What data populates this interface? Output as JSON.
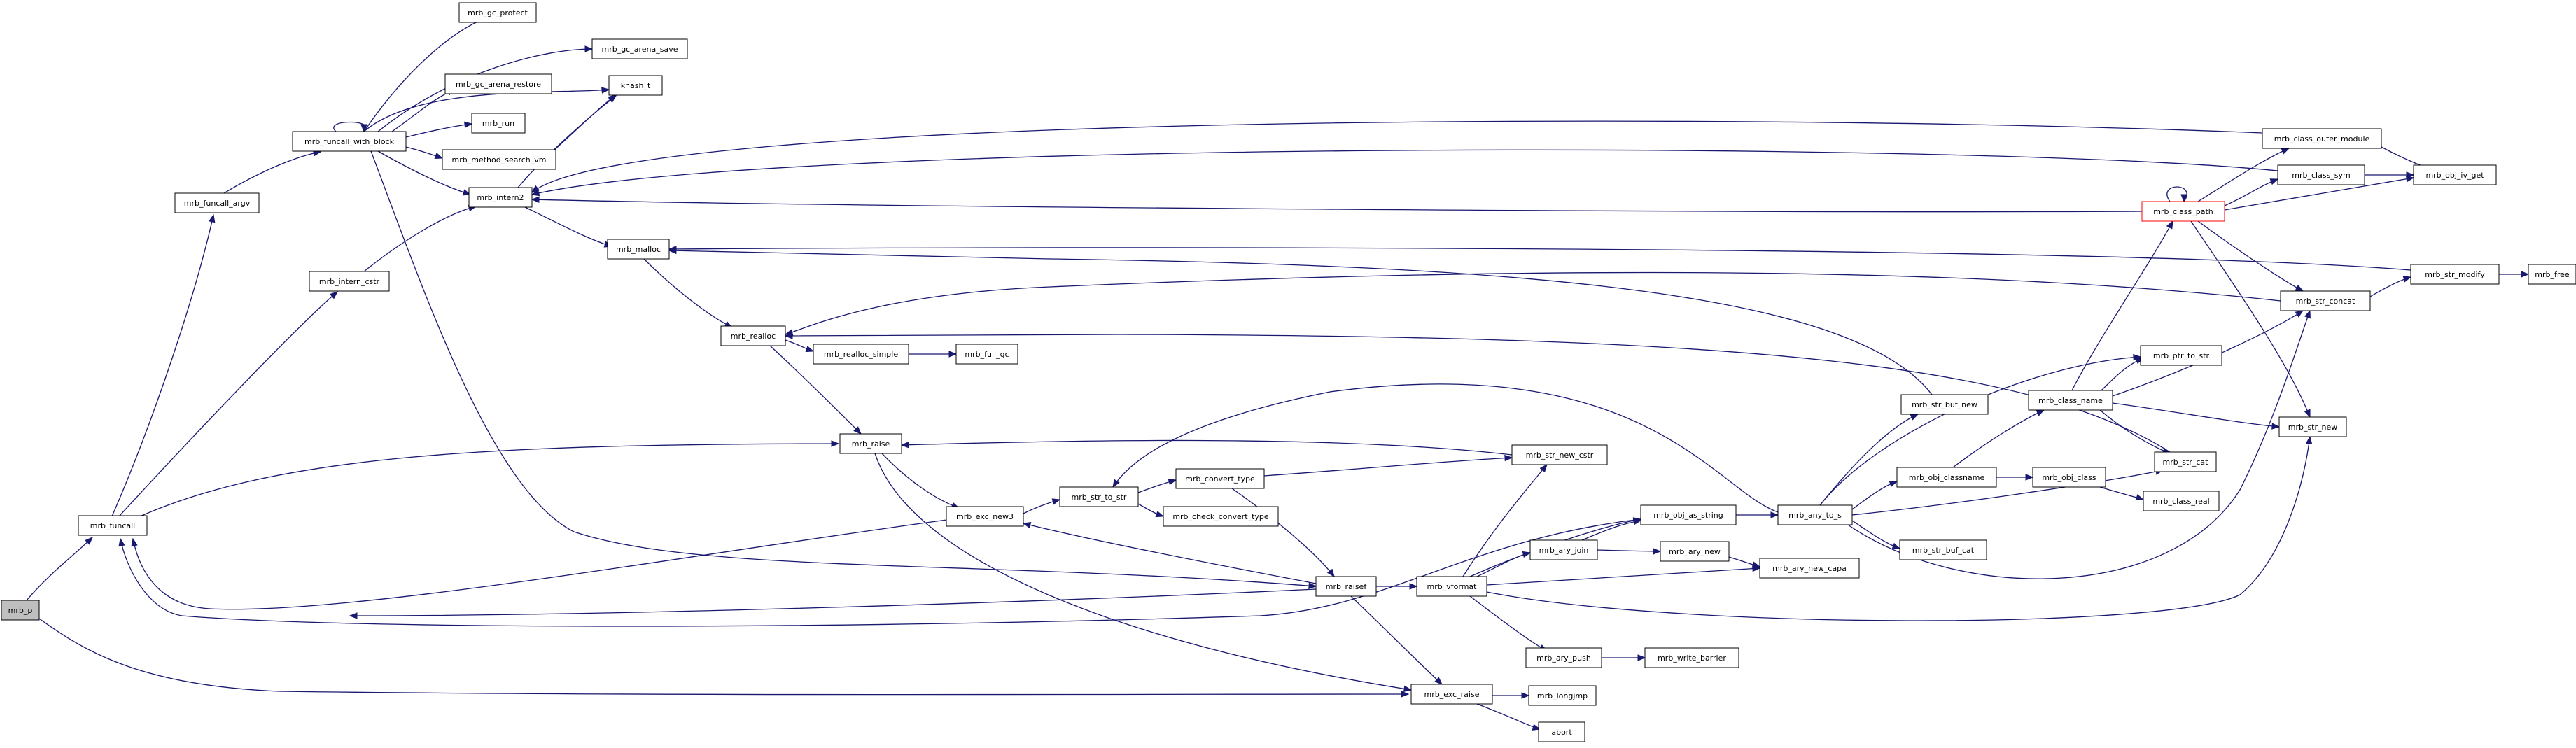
{
  "graph": {
    "root": "mrb_p",
    "nodes": [
      {
        "id": "mrb_p",
        "label": "mrb_p",
        "root": true
      },
      {
        "id": "mrb_funcall",
        "label": "mrb_funcall"
      },
      {
        "id": "mrb_funcall_argv",
        "label": "mrb_funcall_argv"
      },
      {
        "id": "mrb_funcall_with_block",
        "label": "mrb_funcall_with_block"
      },
      {
        "id": "mrb_gc_protect",
        "label": "mrb_gc_protect"
      },
      {
        "id": "mrb_gc_arena_save",
        "label": "mrb_gc_arena_save"
      },
      {
        "id": "mrb_gc_arena_restore",
        "label": "mrb_gc_arena_restore"
      },
      {
        "id": "mrb_run",
        "label": "mrb_run"
      },
      {
        "id": "khash_t",
        "label": "khash_t"
      },
      {
        "id": "mrb_method_search_vm",
        "label": "mrb_method_search_vm"
      },
      {
        "id": "mrb_intern2",
        "label": "mrb_intern2"
      },
      {
        "id": "mrb_intern_cstr",
        "label": "mrb_intern_cstr"
      },
      {
        "id": "mrb_malloc",
        "label": "mrb_malloc"
      },
      {
        "id": "mrb_realloc",
        "label": "mrb_realloc"
      },
      {
        "id": "mrb_realloc_simple",
        "label": "mrb_realloc_simple"
      },
      {
        "id": "mrb_full_gc",
        "label": "mrb_full_gc"
      },
      {
        "id": "mrb_raise",
        "label": "mrb_raise"
      },
      {
        "id": "mrb_exc_new3",
        "label": "mrb_exc_new3"
      },
      {
        "id": "mrb_str_to_str",
        "label": "mrb_str_to_str"
      },
      {
        "id": "mrb_convert_type",
        "label": "mrb_convert_type"
      },
      {
        "id": "mrb_check_convert_type",
        "label": "mrb_check_convert_type"
      },
      {
        "id": "mrb_raisef",
        "label": "mrb_raisef"
      },
      {
        "id": "mrb_vformat",
        "label": "mrb_vformat"
      },
      {
        "id": "mrb_exc_raise",
        "label": "mrb_exc_raise"
      },
      {
        "id": "mrb_longjmp",
        "label": "mrb_longjmp"
      },
      {
        "id": "abort",
        "label": "abort"
      },
      {
        "id": "mrb_str_new_cstr",
        "label": "mrb_str_new_cstr"
      },
      {
        "id": "mrb_obj_as_string",
        "label": "mrb_obj_as_string"
      },
      {
        "id": "mrb_ary_join",
        "label": "mrb_ary_join"
      },
      {
        "id": "mrb_ary_new",
        "label": "mrb_ary_new"
      },
      {
        "id": "mrb_ary_new_capa",
        "label": "mrb_ary_new_capa"
      },
      {
        "id": "mrb_ary_push",
        "label": "mrb_ary_push"
      },
      {
        "id": "mrb_write_barrier",
        "label": "mrb_write_barrier"
      },
      {
        "id": "mrb_any_to_s",
        "label": "mrb_any_to_s"
      },
      {
        "id": "mrb_str_buf_new",
        "label": "mrb_str_buf_new"
      },
      {
        "id": "mrb_obj_classname",
        "label": "mrb_obj_classname"
      },
      {
        "id": "mrb_obj_class",
        "label": "mrb_obj_class"
      },
      {
        "id": "mrb_class_real",
        "label": "mrb_class_real"
      },
      {
        "id": "mrb_str_buf_cat",
        "label": "mrb_str_buf_cat"
      },
      {
        "id": "mrb_class_name",
        "label": "mrb_class_name"
      },
      {
        "id": "mrb_ptr_to_str",
        "label": "mrb_ptr_to_str"
      },
      {
        "id": "mrb_str_cat",
        "label": "mrb_str_cat"
      },
      {
        "id": "mrb_str_new",
        "label": "mrb_str_new"
      },
      {
        "id": "mrb_class_path",
        "label": "mrb_class_path",
        "truncated": true
      },
      {
        "id": "mrb_class_outer_module",
        "label": "mrb_class_outer_module"
      },
      {
        "id": "mrb_class_sym",
        "label": "mrb_class_sym"
      },
      {
        "id": "mrb_obj_iv_get",
        "label": "mrb_obj_iv_get"
      },
      {
        "id": "mrb_str_concat",
        "label": "mrb_str_concat"
      },
      {
        "id": "mrb_str_modify",
        "label": "mrb_str_modify"
      },
      {
        "id": "mrb_free",
        "label": "mrb_free"
      }
    ],
    "edges": [
      {
        "from": "mrb_p",
        "to": "mrb_funcall"
      },
      {
        "from": "mrb_p",
        "to": "mrb_exc_raise"
      },
      {
        "from": "mrb_funcall",
        "to": "mrb_funcall_argv"
      },
      {
        "from": "mrb_funcall",
        "to": "mrb_intern_cstr"
      },
      {
        "from": "mrb_funcall",
        "to": "mrb_raise"
      },
      {
        "from": "mrb_funcall",
        "to": "mrb_exc_new3"
      },
      {
        "from": "mrb_funcall",
        "to": "mrb_raisef"
      },
      {
        "from": "mrb_funcall",
        "to": "mrb_obj_as_string"
      },
      {
        "from": "mrb_funcall_argv",
        "to": "mrb_funcall_with_block"
      },
      {
        "from": "mrb_funcall_with_block",
        "to": "mrb_funcall_with_block"
      },
      {
        "from": "mrb_funcall_with_block",
        "to": "mrb_gc_protect"
      },
      {
        "from": "mrb_funcall_with_block",
        "to": "mrb_gc_arena_save"
      },
      {
        "from": "mrb_funcall_with_block",
        "to": "mrb_gc_arena_restore"
      },
      {
        "from": "mrb_funcall_with_block",
        "to": "mrb_run"
      },
      {
        "from": "mrb_funcall_with_block",
        "to": "mrb_method_search_vm"
      },
      {
        "from": "mrb_funcall_with_block",
        "to": "mrb_intern2"
      },
      {
        "from": "mrb_funcall_with_block",
        "to": "khash_t"
      },
      {
        "from": "mrb_funcall_with_block",
        "to": "mrb_raisef"
      },
      {
        "from": "mrb_method_search_vm",
        "to": "khash_t"
      },
      {
        "from": "mrb_intern_cstr",
        "to": "mrb_intern2"
      },
      {
        "from": "mrb_intern2",
        "to": "khash_t"
      },
      {
        "from": "mrb_intern2",
        "to": "mrb_malloc"
      },
      {
        "from": "mrb_malloc",
        "to": "mrb_realloc"
      },
      {
        "from": "mrb_realloc",
        "to": "mrb_realloc_simple"
      },
      {
        "from": "mrb_realloc",
        "to": "mrb_raise"
      },
      {
        "from": "mrb_realloc_simple",
        "to": "mrb_full_gc"
      },
      {
        "from": "mrb_raise",
        "to": "mrb_exc_new3"
      },
      {
        "from": "mrb_raise",
        "to": "mrb_str_new_cstr"
      },
      {
        "from": "mrb_raise",
        "to": "mrb_exc_raise"
      },
      {
        "from": "mrb_exc_new3",
        "to": "mrb_str_to_str"
      },
      {
        "from": "mrb_str_to_str",
        "to": "mrb_convert_type"
      },
      {
        "from": "mrb_str_to_str",
        "to": "mrb_check_convert_type"
      },
      {
        "from": "mrb_convert_type",
        "to": "mrb_str_new_cstr"
      },
      {
        "from": "mrb_convert_type",
        "to": "mrb_raisef"
      },
      {
        "from": "mrb_raisef",
        "to": "mrb_exc_new3"
      },
      {
        "from": "mrb_raisef",
        "to": "mrb_vformat"
      },
      {
        "from": "mrb_raisef",
        "to": "mrb_exc_raise"
      },
      {
        "from": "mrb_vformat",
        "to": "mrb_str_new_cstr"
      },
      {
        "from": "mrb_vformat",
        "to": "mrb_obj_as_string"
      },
      {
        "from": "mrb_vformat",
        "to": "mrb_ary_join"
      },
      {
        "from": "mrb_vformat",
        "to": "mrb_ary_new_capa"
      },
      {
        "from": "mrb_vformat",
        "to": "mrb_ary_push"
      },
      {
        "from": "mrb_vformat",
        "to": "mrb_str_new"
      },
      {
        "from": "mrb_exc_raise",
        "to": "mrb_longjmp"
      },
      {
        "from": "mrb_exc_raise",
        "to": "abort"
      },
      {
        "from": "mrb_ary_join",
        "to": "mrb_obj_as_string"
      },
      {
        "from": "mrb_ary_join",
        "to": "mrb_ary_new"
      },
      {
        "from": "mrb_ary_new",
        "to": "mrb_ary_new_capa"
      },
      {
        "from": "mrb_ary_push",
        "to": "mrb_write_barrier"
      },
      {
        "from": "mrb_obj_as_string",
        "to": "mrb_any_to_s"
      },
      {
        "from": "mrb_any_to_s",
        "to": "mrb_str_buf_new"
      },
      {
        "from": "mrb_any_to_s",
        "to": "mrb_obj_classname"
      },
      {
        "from": "mrb_any_to_s",
        "to": "mrb_str_buf_cat"
      },
      {
        "from": "mrb_any_to_s",
        "to": "mrb_ptr_to_str"
      },
      {
        "from": "mrb_any_to_s",
        "to": "mrb_str_cat"
      },
      {
        "from": "mrb_any_to_s",
        "to": "mrb_str_concat"
      },
      {
        "from": "mrb_any_to_s",
        "to": "mrb_str_to_str"
      },
      {
        "from": "mrb_str_buf_new",
        "to": "mrb_malloc"
      },
      {
        "from": "mrb_obj_classname",
        "to": "mrb_class_name"
      },
      {
        "from": "mrb_obj_classname",
        "to": "mrb_obj_class"
      },
      {
        "from": "mrb_obj_class",
        "to": "mrb_class_real"
      },
      {
        "from": "mrb_class_name",
        "to": "mrb_class_path"
      },
      {
        "from": "mrb_class_name",
        "to": "mrb_ptr_to_str"
      },
      {
        "from": "mrb_class_name",
        "to": "mrb_str_cat"
      },
      {
        "from": "mrb_class_name",
        "to": "mrb_str_new"
      },
      {
        "from": "mrb_class_name",
        "to": "mrb_str_concat"
      },
      {
        "from": "mrb_str_cat",
        "to": "mrb_realloc"
      },
      {
        "from": "mrb_class_path",
        "to": "mrb_class_path"
      },
      {
        "from": "mrb_class_path",
        "to": "mrb_class_outer_module"
      },
      {
        "from": "mrb_class_path",
        "to": "mrb_class_sym"
      },
      {
        "from": "mrb_class_path",
        "to": "mrb_obj_iv_get"
      },
      {
        "from": "mrb_class_path",
        "to": "mrb_intern2"
      },
      {
        "from": "mrb_class_path",
        "to": "mrb_str_concat"
      },
      {
        "from": "mrb_class_path",
        "to": "mrb_str_new"
      },
      {
        "from": "mrb_class_outer_module",
        "to": "mrb_intern2"
      },
      {
        "from": "mrb_class_outer_module",
        "to": "mrb_obj_iv_get"
      },
      {
        "from": "mrb_class_sym",
        "to": "mrb_intern2"
      },
      {
        "from": "mrb_class_sym",
        "to": "mrb_obj_iv_get"
      },
      {
        "from": "mrb_str_concat",
        "to": "mrb_str_modify"
      },
      {
        "from": "mrb_str_concat",
        "to": "mrb_realloc"
      },
      {
        "from": "mrb_str_modify",
        "to": "mrb_free"
      },
      {
        "from": "mrb_str_modify",
        "to": "mrb_malloc"
      }
    ]
  }
}
